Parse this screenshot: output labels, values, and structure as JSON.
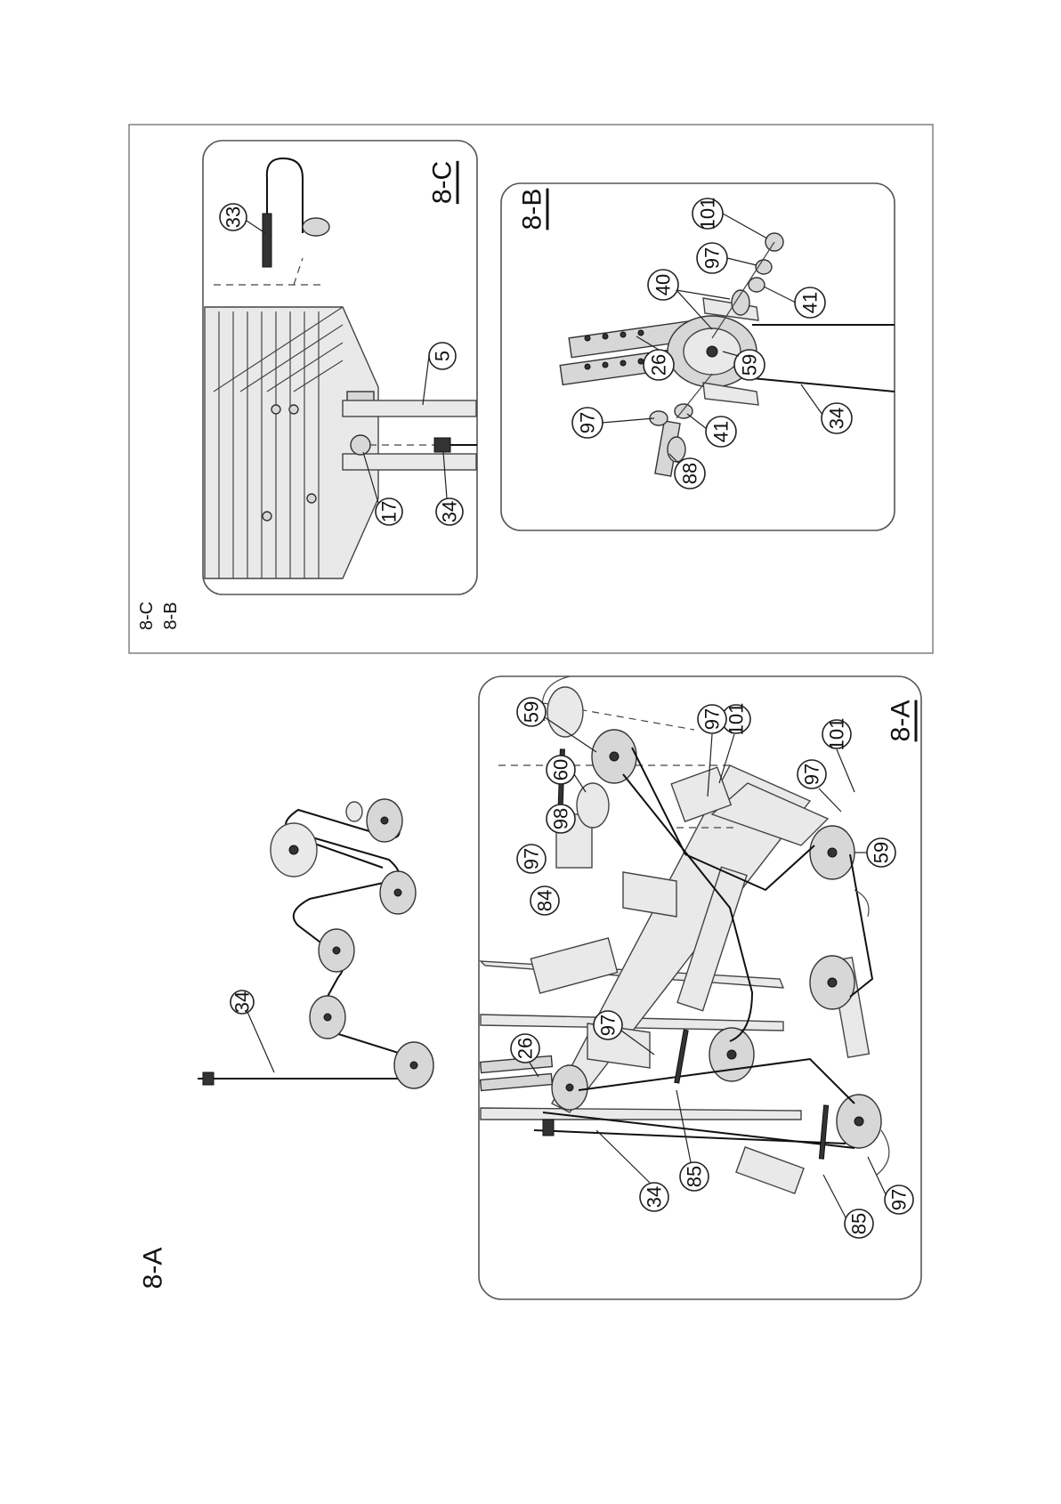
{
  "outer_frame_labels": [
    "8-B",
    "8-C"
  ],
  "overview": {
    "label": "8-A",
    "callouts": [
      "34"
    ]
  },
  "panel_8a": {
    "title": "8-A",
    "callouts": [
      "59",
      "60",
      "98",
      "97",
      "84",
      "101",
      "97",
      "101",
      "97",
      "59",
      "26",
      "97",
      "85",
      "34",
      "97",
      "85"
    ]
  },
  "panel_8b": {
    "title": "8-B",
    "callouts": [
      "101",
      "97",
      "40",
      "41",
      "26",
      "59",
      "97",
      "41",
      "88",
      "34"
    ]
  },
  "panel_8c": {
    "title": "8-C",
    "callouts": [
      "33",
      "5",
      "17",
      "34"
    ]
  }
}
